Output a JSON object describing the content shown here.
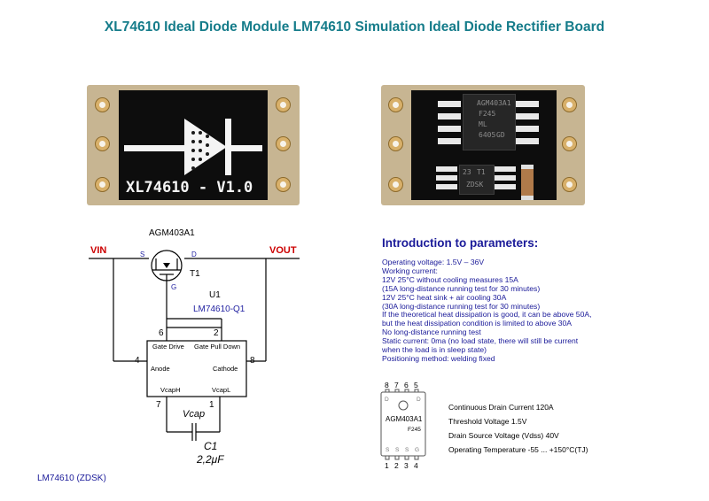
{
  "title": "XL74610 Ideal Diode Module LM74610 Simulation Ideal Diode Rectifier Board",
  "board_front": {
    "silk_text": "XL74610 - V1.0"
  },
  "board_back": {
    "chip1_lines": [
      "AGM403A1",
      "F245",
      "ML",
      "6405",
      "GD"
    ],
    "chip2_lines": [
      "23",
      "T1",
      "ZDSK"
    ]
  },
  "schematic": {
    "mosfet_label": "AGM403A1",
    "vin": "VIN",
    "vout": "VOUT",
    "source_pin": "S",
    "drain_pin": "D",
    "gate_pin": "G",
    "transistor_ref": "T1",
    "ic_ref": "U1",
    "ic_part": "LM74610-Q1",
    "pins": {
      "p6": "6",
      "p2": "2",
      "p4": "4",
      "p8": "8",
      "p7": "7",
      "p1": "1"
    },
    "ic_pins": {
      "gate_drive": "Gate Drive",
      "gate_pull_down": "Gate Pull Down",
      "anode": "Anode",
      "cathode": "Cathode",
      "vcaph": "VcapH",
      "vcapl": "VcapL"
    },
    "vcap": "Vcap",
    "cap_ref": "C1",
    "cap_value": "2,2μF"
  },
  "params": {
    "title": "Introduction to parameters:",
    "lines": [
      "Operating voltage: 1.5V – 36V",
      "Working current:",
      "12V 25°C without cooling measures 15A",
      "(15A long-distance running test for 30 minutes)",
      "12V 25°C heat sink + air cooling 30A",
      "(30A long-distance running test for 30 minutes)",
      "If the theoretical heat dissipation is good, it can be above 50A,",
      "but the heat dissipation condition is limited to above 30A",
      "No long-distance running test",
      "Static current: 0ma (no load state, there will still be current",
      "when the load is in sleep state)",
      "Positioning method: welding fixed"
    ]
  },
  "package": {
    "top_pins": [
      "8",
      "7",
      "6",
      "5"
    ],
    "bottom_pins": [
      "1",
      "2",
      "3",
      "4"
    ],
    "marking": "AGM403A1",
    "code": "F245",
    "d_labels": [
      "D",
      "D"
    ],
    "bottom_labels": [
      "S",
      "S",
      "S",
      "G"
    ]
  },
  "specs": [
    "Continuous Drain Current   120A",
    "Threshold Voltage  1.5V",
    "Drain Source Voltage (Vdss)  40V",
    "Operating Temperature  -55 ... +150°C(TJ)"
  ],
  "footer": "LM74610 (ZDSK)",
  "colors": {
    "title": "#157c8a",
    "params": "#1a1a99",
    "vin_vout": "#cc0000",
    "pin_text": "#1f1fa0"
  }
}
